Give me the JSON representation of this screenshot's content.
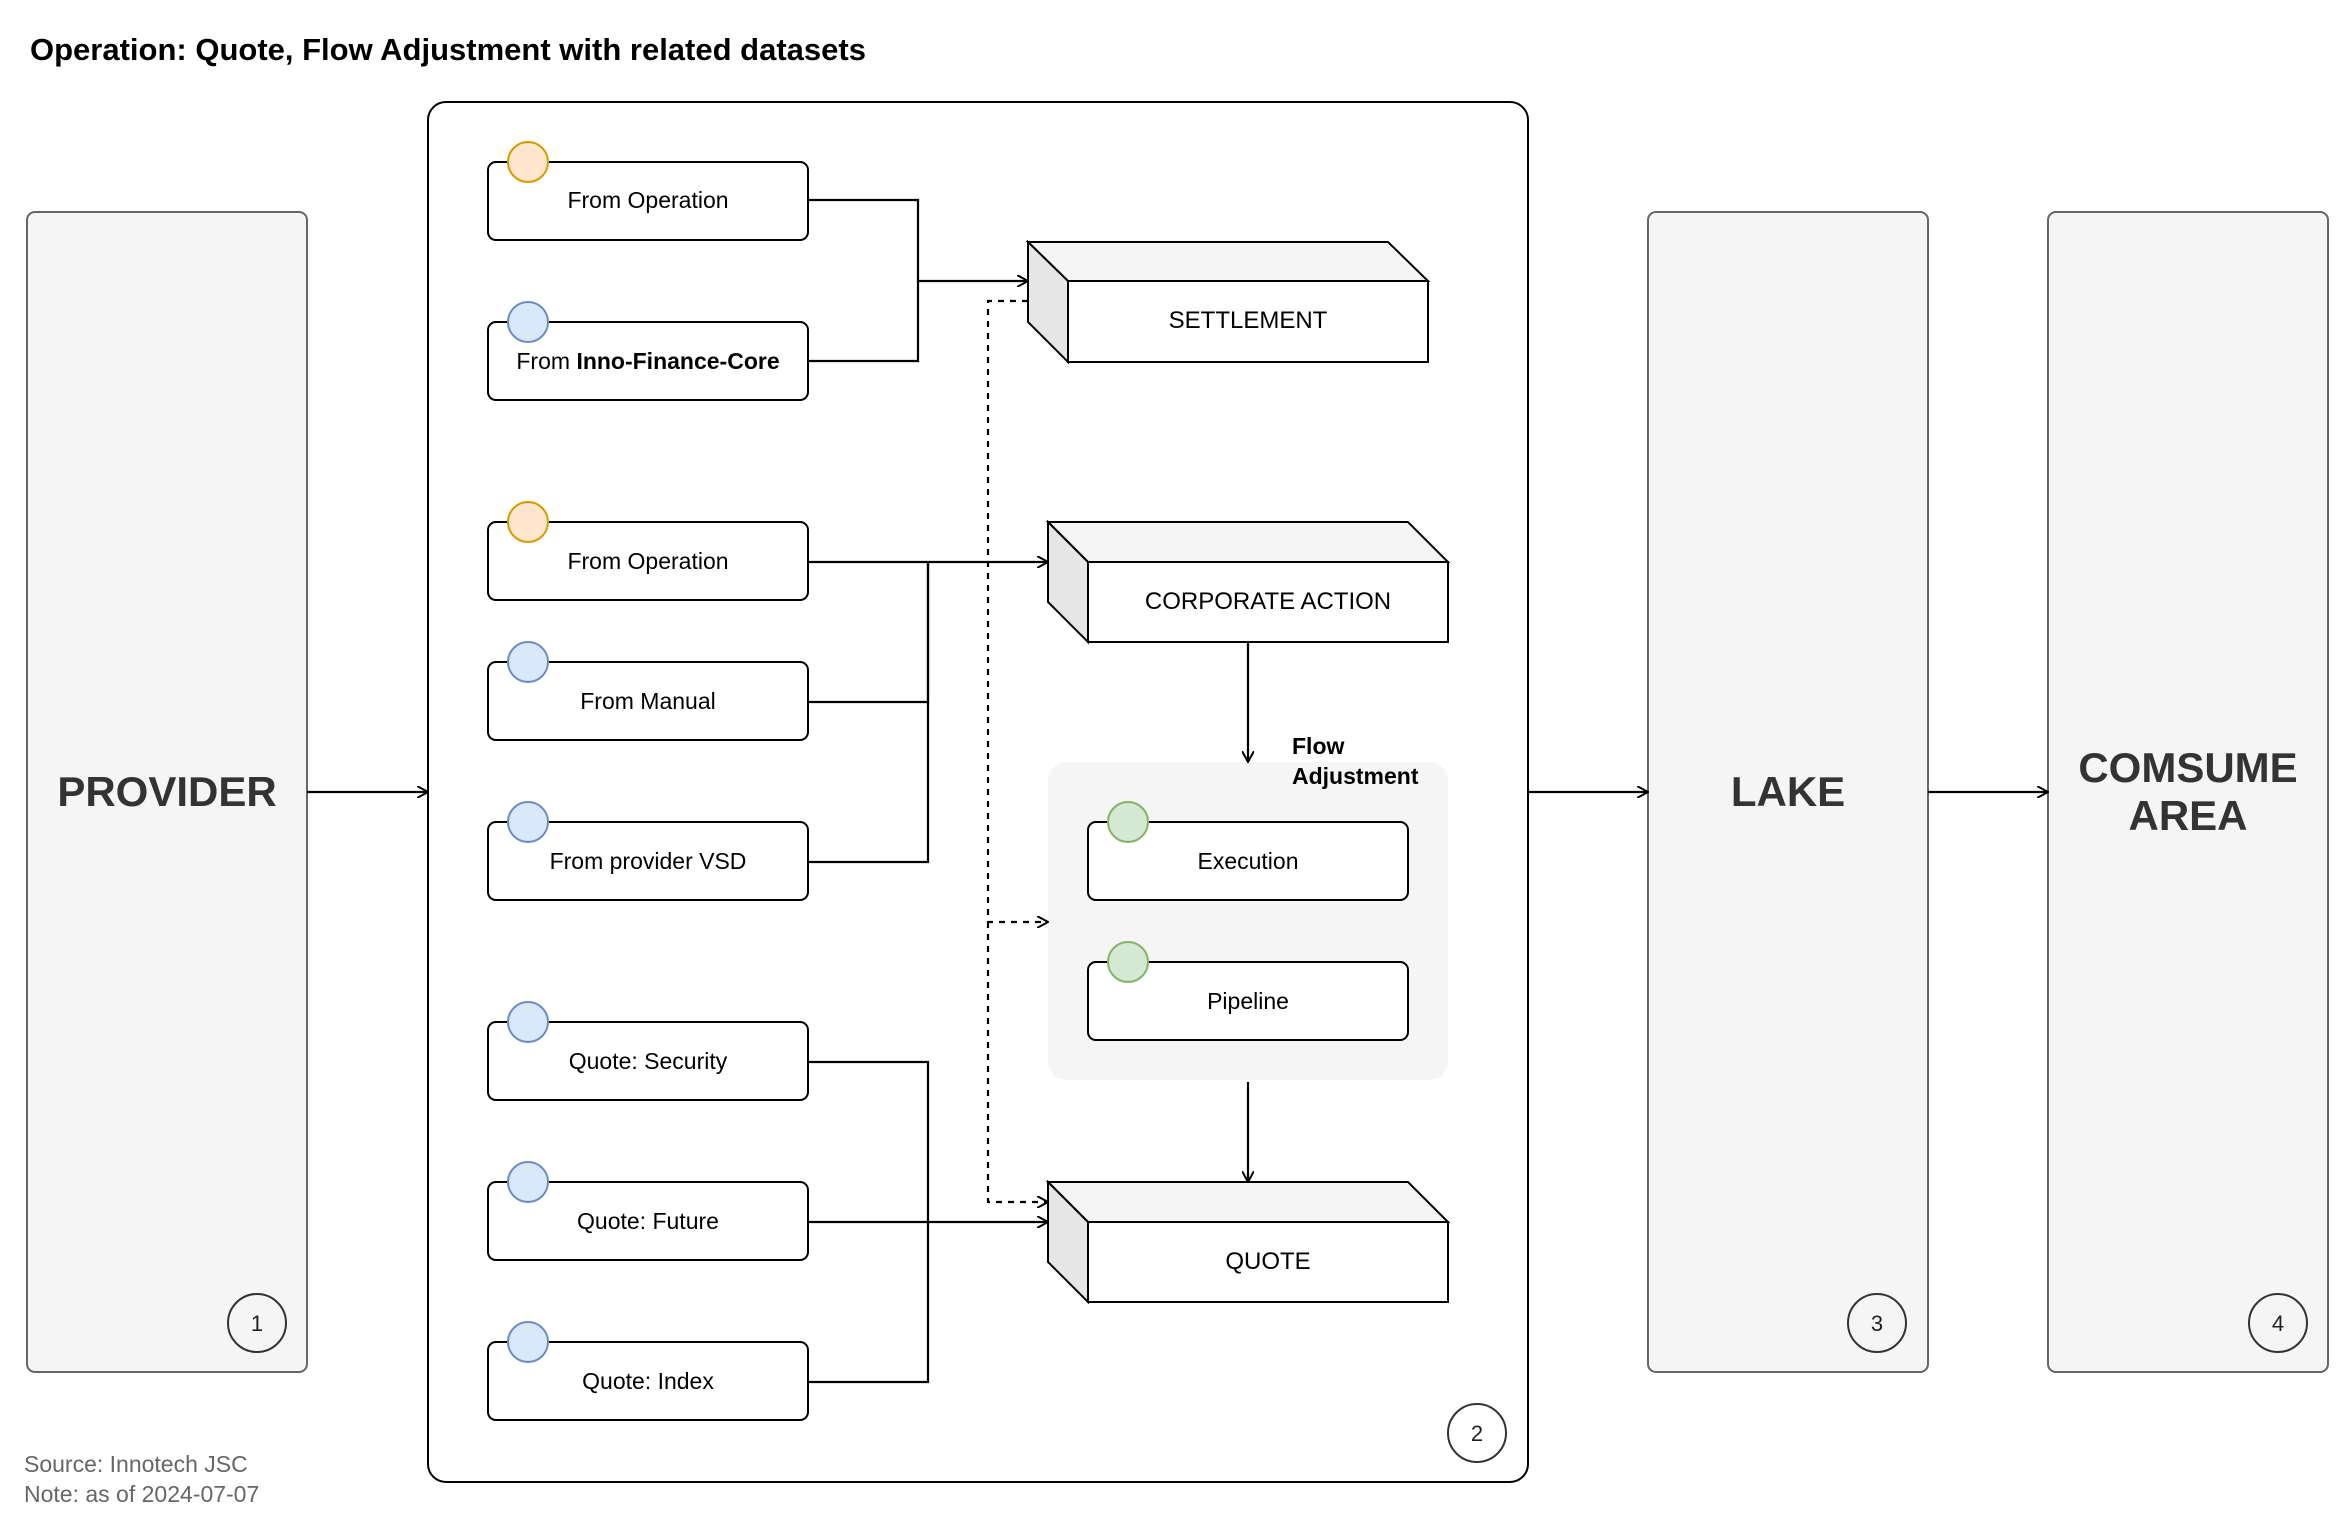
{
  "title": "Operation: Quote, Flow Adjustment with related datasets",
  "colors": {
    "panel_fill": "#f5f5f5",
    "panel_stroke": "#666666",
    "orange_marker_fill": "#ffe6cc",
    "orange_marker_stroke": "#d79b00",
    "blue_marker_fill": "#dae8fc",
    "blue_marker_stroke": "#6c8ebf",
    "green_marker_fill": "#d5e8d4",
    "green_marker_stroke": "#82b366"
  },
  "stages": {
    "provider": {
      "label": "PROVIDER",
      "badge": "1"
    },
    "operation": {
      "badge": "2"
    },
    "lake": {
      "label": "LAKE",
      "badge": "3"
    },
    "consume": {
      "label_line1": "COMSUME",
      "label_line2": "AREA",
      "badge": "4"
    }
  },
  "sources": {
    "settlement_op": {
      "label": "From Operation",
      "marker": "orange"
    },
    "settlement_core": {
      "prefix": "From ",
      "emphasis": "Inno-Finance-Core",
      "marker": "blue"
    },
    "ca_op": {
      "label": "From Operation",
      "marker": "orange"
    },
    "ca_manual": {
      "label": "From Manual",
      "marker": "blue"
    },
    "ca_vsd": {
      "label": "From provider VSD",
      "marker": "blue"
    },
    "quote_security": {
      "label": "Quote: Security",
      "marker": "blue"
    },
    "quote_future": {
      "label": "Quote: Future",
      "marker": "blue"
    },
    "quote_index": {
      "label": "Quote: Index",
      "marker": "blue"
    }
  },
  "datasets": {
    "settlement": "SETTLEMENT",
    "corporate_action": "CORPORATE ACTION",
    "quote": "QUOTE"
  },
  "flow_adjustment": {
    "label_line1": "Flow",
    "label_line2": "Adjustment",
    "steps": {
      "execution": "Execution",
      "pipeline": "Pipeline"
    }
  },
  "footer": {
    "source": "Source: Innotech JSC",
    "note": "Note: as of 2024-07-07"
  }
}
